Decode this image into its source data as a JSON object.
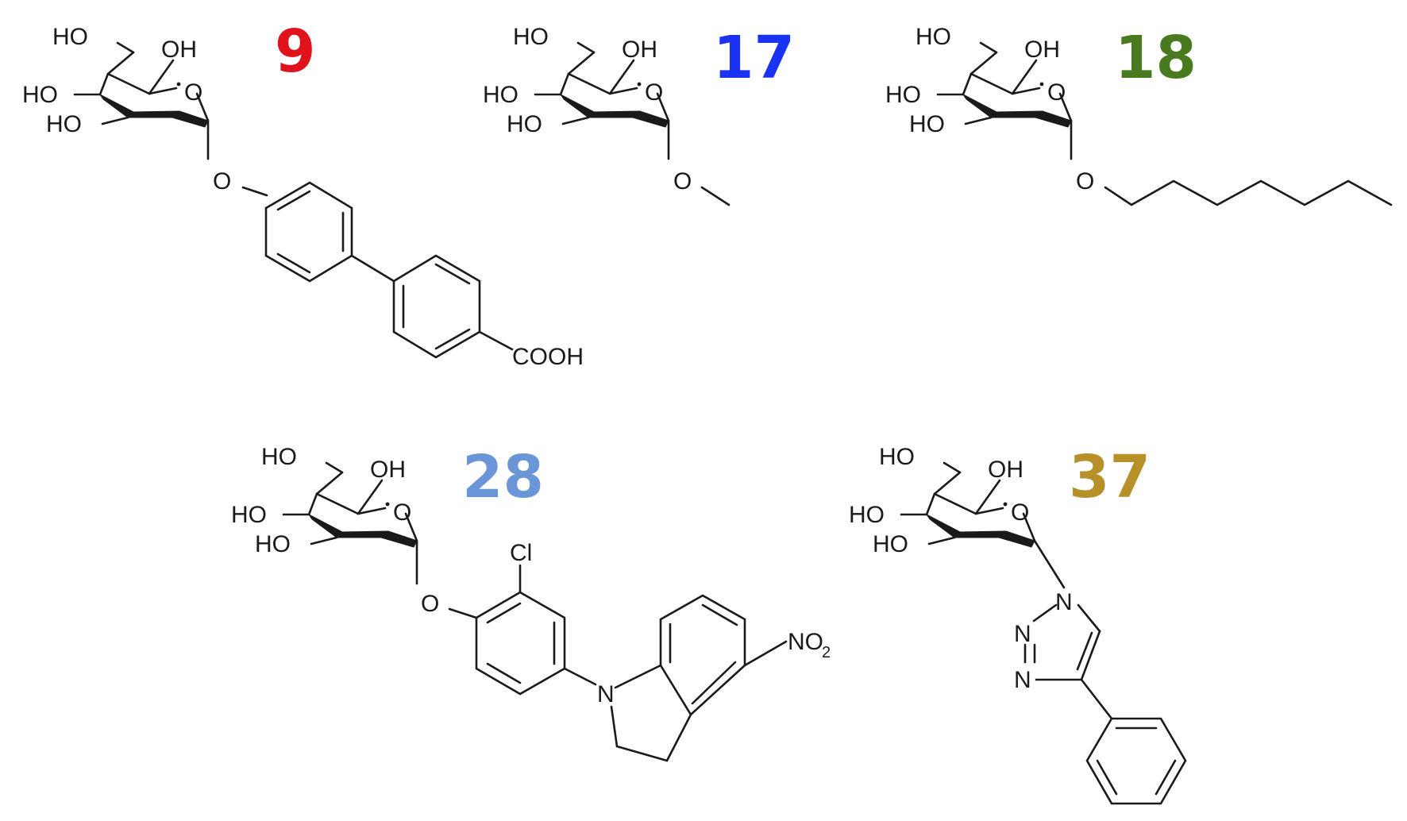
{
  "compounds": [
    {
      "number": "9",
      "color": "#e0131c",
      "atoms": {
        "ho6": "HO",
        "oh2": "OH",
        "ho4": "HO",
        "ho3": "HO",
        "ring_o": "O",
        "o1": "O",
        "acid": "COOH"
      }
    },
    {
      "number": "17",
      "color": "#1a32f2",
      "atoms": {
        "ho6": "HO",
        "oh2": "OH",
        "ho4": "HO",
        "ho3": "HO",
        "ring_o": "O",
        "o1": "O"
      }
    },
    {
      "number": "18",
      "color": "#4a7a1f",
      "atoms": {
        "ho6": "HO",
        "oh2": "OH",
        "ho4": "HO",
        "ho3": "HO",
        "ring_o": "O",
        "o1": "O"
      }
    },
    {
      "number": "28",
      "color": "#6a96d8",
      "atoms": {
        "ho6": "HO",
        "oh2": "OH",
        "ho4": "HO",
        "ho3": "HO",
        "ring_o": "O",
        "o1": "O",
        "cl": "Cl",
        "n": "N",
        "no2": "NO",
        "no2_sub": "2"
      }
    },
    {
      "number": "37",
      "color": "#b8902a",
      "atoms": {
        "ho6": "HO",
        "oh2": "OH",
        "ho4": "HO",
        "ho3": "HO",
        "ring_o": "O",
        "n1": "N",
        "n2": "N",
        "n3": "N"
      }
    }
  ]
}
